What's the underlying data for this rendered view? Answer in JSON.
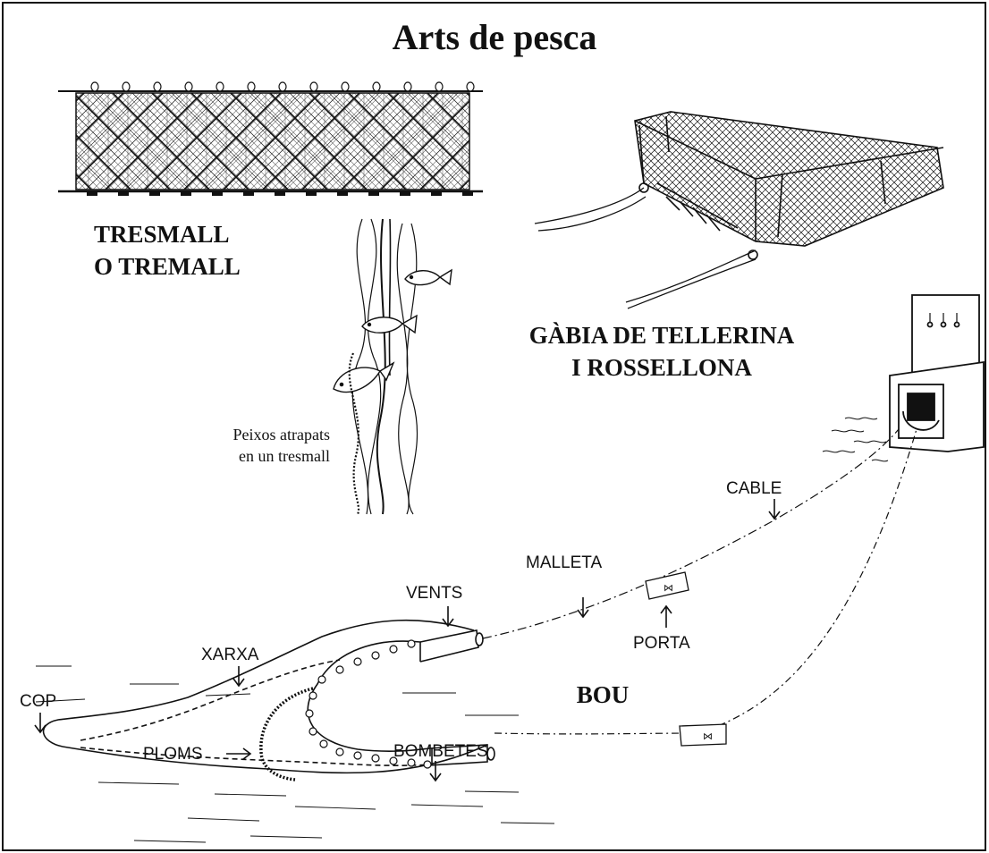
{
  "title": "Arts de pesca",
  "sections": {
    "tresmall": {
      "label_line1": "TRESMALL",
      "label_line2": "O TREMALL"
    },
    "caption": {
      "line1": "Peixos atrapats",
      "line2": "en un tresmall"
    },
    "gabia": {
      "label_line1": "GÀBIA DE TELLERINA",
      "label_line2": "I ROSSELLONA"
    },
    "bou": {
      "label": "BOU",
      "callouts": {
        "cable": "CABLE",
        "malleta": "MALLETA",
        "vents": "VENTS",
        "porta": "PORTA",
        "xarxa": "XARXA",
        "cop": "COP",
        "ploms": "PLOMS",
        "bombetes": "BOMBETES"
      }
    }
  },
  "colors": {
    "ink": "#111111",
    "paper": "#ffffff"
  }
}
